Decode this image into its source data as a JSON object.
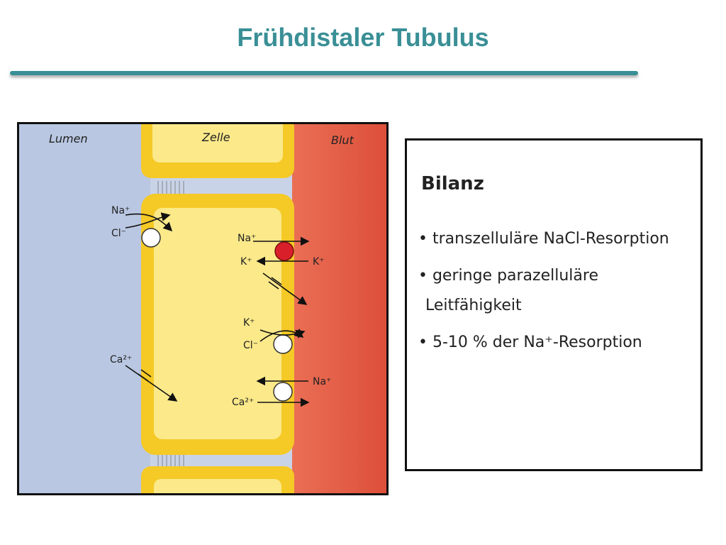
{
  "title": "Frühdistaler Tubulus",
  "diagram": {
    "regions": {
      "lumen": "Lumen",
      "cell": "Zelle",
      "blood": "Blut"
    },
    "ions": {
      "lumen_na": "Na⁺",
      "lumen_cl": "Cl⁻",
      "lumen_ca": "Ca²⁺",
      "basal_na_out": "Na⁺",
      "basal_k_in": "K⁺",
      "basal_k_out": "K⁺",
      "basal_k_cotrans": "K⁺",
      "basal_cl_cotrans": "Cl⁻",
      "basal_na_exch": "Na⁺",
      "basal_ca_exch": "Ca²⁺"
    },
    "colors": {
      "lumen": "#b9c7e2",
      "cell": "#f5c926",
      "cell_inner": "#fbe98a",
      "blood": "#e8624a",
      "pump": "#d9202a"
    }
  },
  "info": {
    "heading": "Bilanz",
    "items": [
      "• transzelluläre NaCl-Resorption",
      "• geringe parazelluläre",
      "Leitfähigkeit",
      "• 5-10 % der Na⁺-Resorption"
    ]
  }
}
